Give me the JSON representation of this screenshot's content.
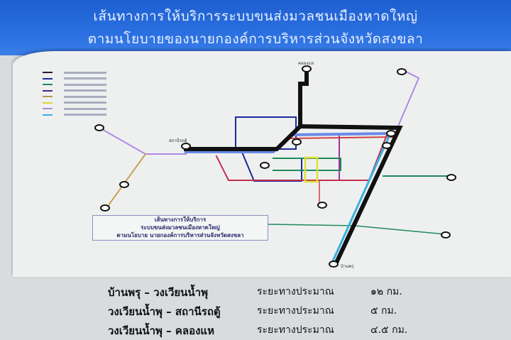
{
  "header": {
    "title_line1": "เส้นทางการให้บริการระบบขนส่งมวลชนเมืองหาดใหญ่",
    "title_line2": "ตามนโยบายของนายกองค์การบริหารส่วนจังหวัดสงขลา"
  },
  "legend": {
    "colors": [
      "#2a1a30",
      "#1a2a9a",
      "#1f8a5a",
      "#5a1a8a",
      "#b09a4a",
      "#d8d83a",
      "#b08ae0",
      "#3ab0e0"
    ]
  },
  "map": {
    "stations": {
      "top": "คลองแห",
      "left": "สถานีรถตู้",
      "bottom": "บ้านพรุ"
    },
    "info_box": [
      "เส้นทางการให้บริการ",
      "ระบบขนส่งมวลชนเมืองหาดใหญ่",
      "ตามนโยบาย นายกองค์การบริหารส่วนจังหวัดสงขลา"
    ]
  },
  "distances": [
    {
      "route": "บ้านพรุ – วงเวียนน้ำพุ",
      "label": "ระยะทางประมาณ",
      "value": "๑๒ กม."
    },
    {
      "route": "วงเวียนน้ำพุ – สถานีรถตู้",
      "label": "ระยะทางประมาณ",
      "value": "๕ กม."
    },
    {
      "route": "วงเวียนน้ำพุ – คลองแห",
      "label": "ระยะทางประมาณ",
      "value": "๔.๕ กม."
    }
  ]
}
